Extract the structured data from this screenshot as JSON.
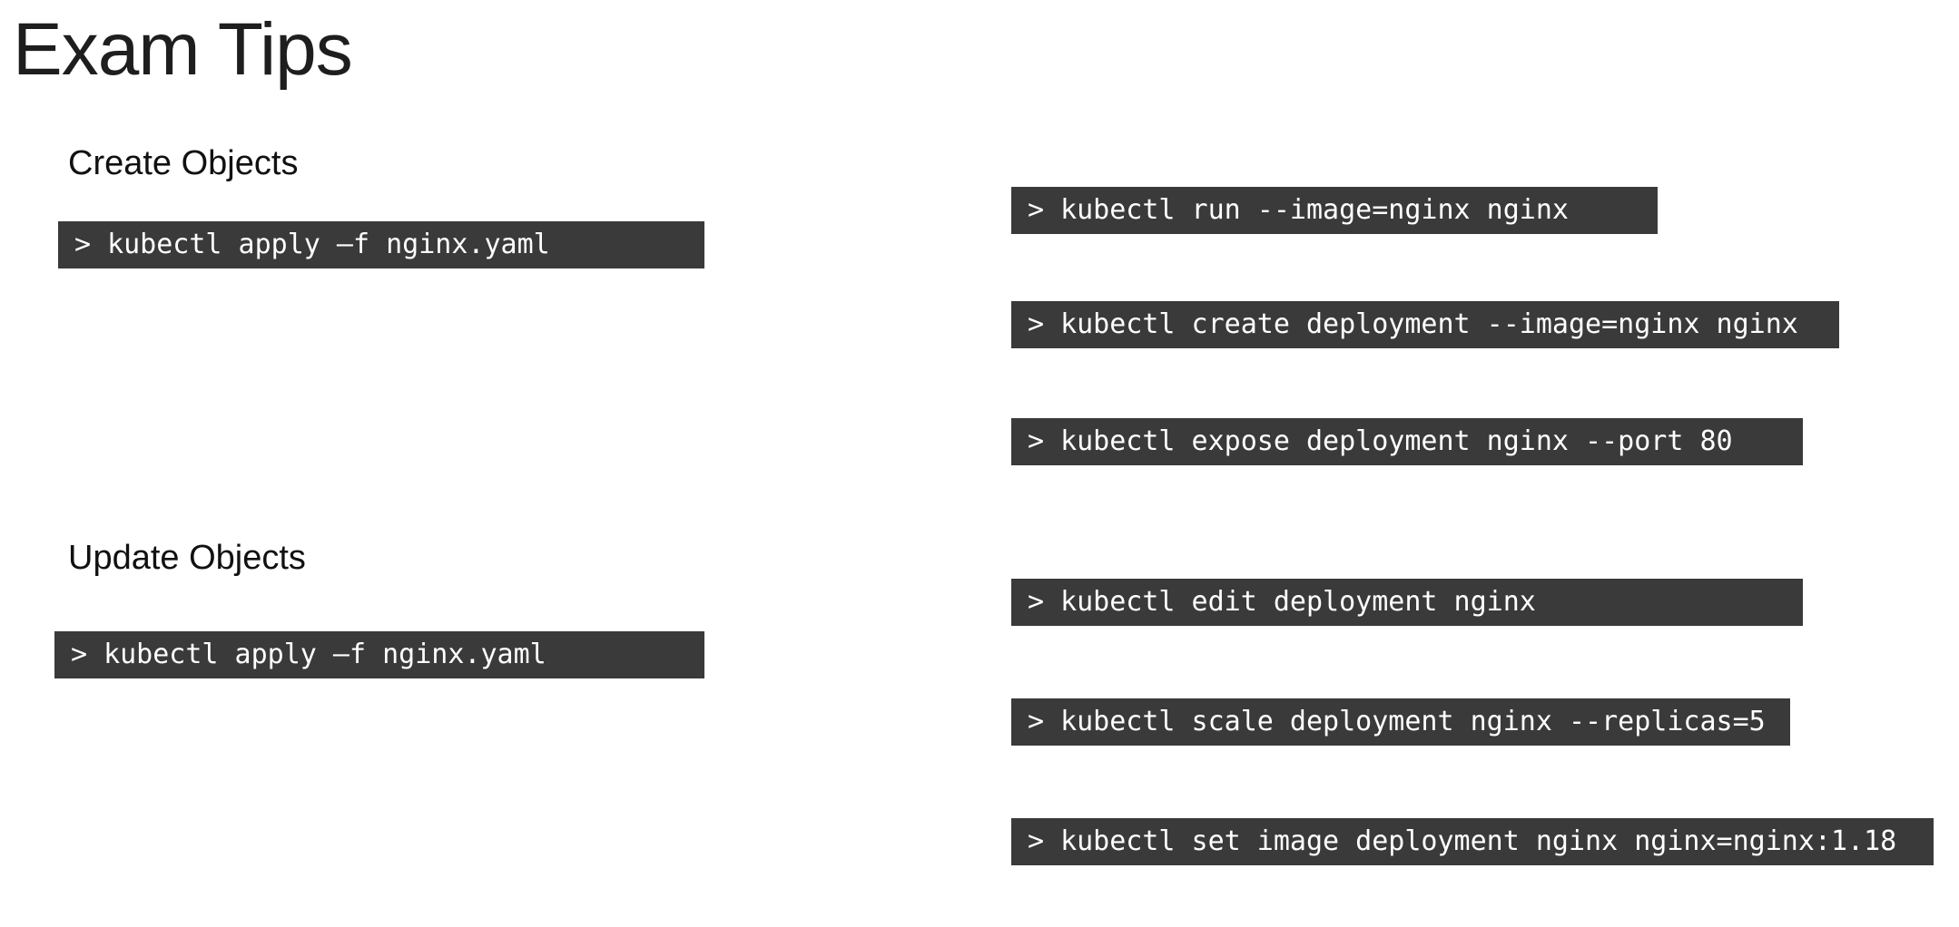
{
  "title": "Exam Tips",
  "sections": {
    "create": {
      "heading": "Create Objects"
    },
    "update": {
      "heading": "Update Objects"
    }
  },
  "prompt": ">",
  "commands": {
    "create_declarative": "kubectl apply –f nginx.yaml",
    "update_declarative": "kubectl apply –f nginx.yaml",
    "run": "kubectl run --image=nginx nginx",
    "create_deployment": "kubectl create deployment --image=nginx nginx",
    "expose": "kubectl expose deployment nginx --port 80",
    "edit": "kubectl edit deployment nginx",
    "scale": "kubectl scale deployment nginx --replicas=5",
    "set_image": "kubectl set image deployment nginx nginx=nginx:1.18"
  },
  "colors": {
    "command_background": "#3a3a3a",
    "command_text": "#ffffff",
    "heading_text": "#111111"
  }
}
